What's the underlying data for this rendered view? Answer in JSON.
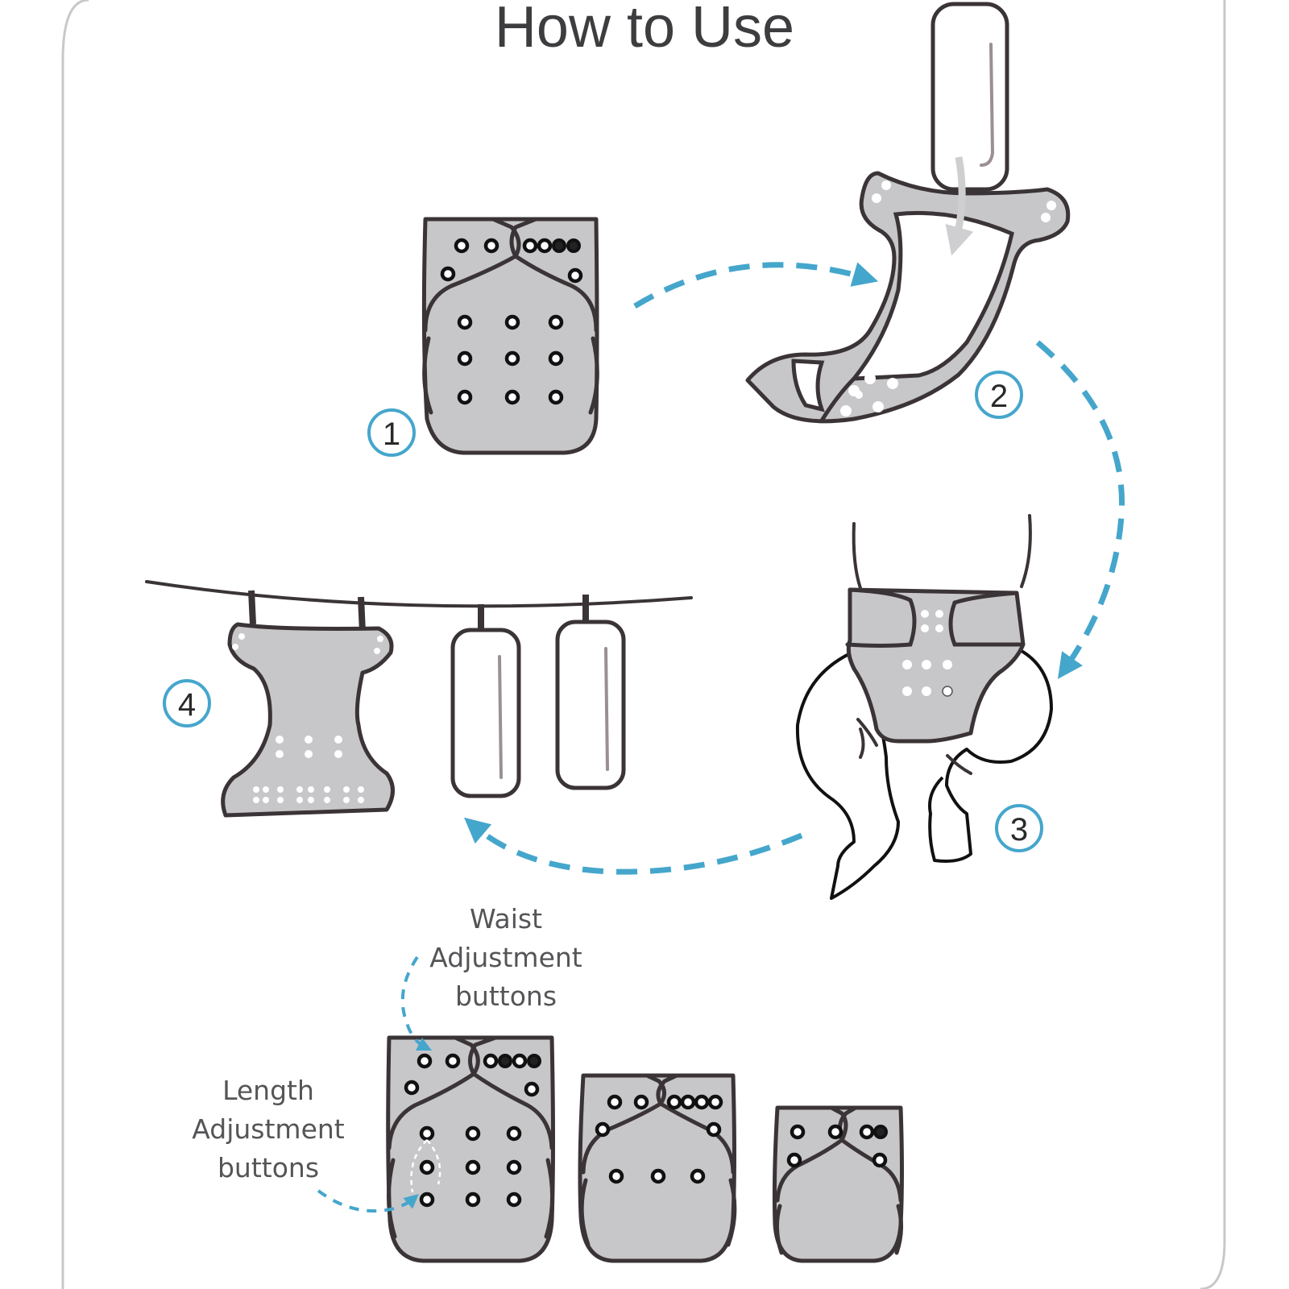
{
  "title": "How to Use",
  "steps": [
    {
      "number": "1"
    },
    {
      "number": "2"
    },
    {
      "number": "3"
    },
    {
      "number": "4"
    }
  ],
  "annotations": {
    "waist": [
      "Waist",
      "Adjustment",
      "buttons"
    ],
    "length": [
      "Length",
      "Adjustment",
      "buttons"
    ]
  },
  "colors": {
    "accent": "#45a6cc",
    "fabric": "#c7c7ca",
    "outline": "#3b3436",
    "frame": "#c8c8cc"
  }
}
